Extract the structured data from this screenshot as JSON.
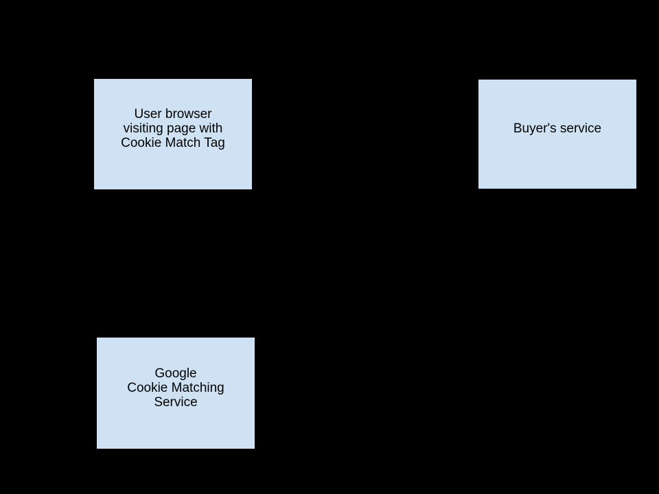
{
  "canvas": {
    "background": "#000000"
  },
  "diagram": {
    "type": "flow-diagram",
    "node_fill": "#cfe2f3",
    "node_border_color": "#000000",
    "node_text_color": "#000000",
    "nodes": [
      {
        "id": "user-browser",
        "lines": [
          "User browser",
          "visiting page with",
          "Cookie Match Tag"
        ],
        "fill": "#cfe2f3",
        "border_color": "#000000",
        "text_color": "#000000"
      },
      {
        "id": "buyers-service",
        "lines": [
          "Buyer's service"
        ],
        "fill": "#cfe2f3",
        "border_color": "#000000",
        "text_color": "#000000"
      },
      {
        "id": "google-cookie-matching-service",
        "lines": [
          "Google",
          "Cookie Matching",
          "Service"
        ],
        "fill": "#cfe2f3",
        "border_color": "#000000",
        "text_color": "#000000"
      }
    ]
  }
}
